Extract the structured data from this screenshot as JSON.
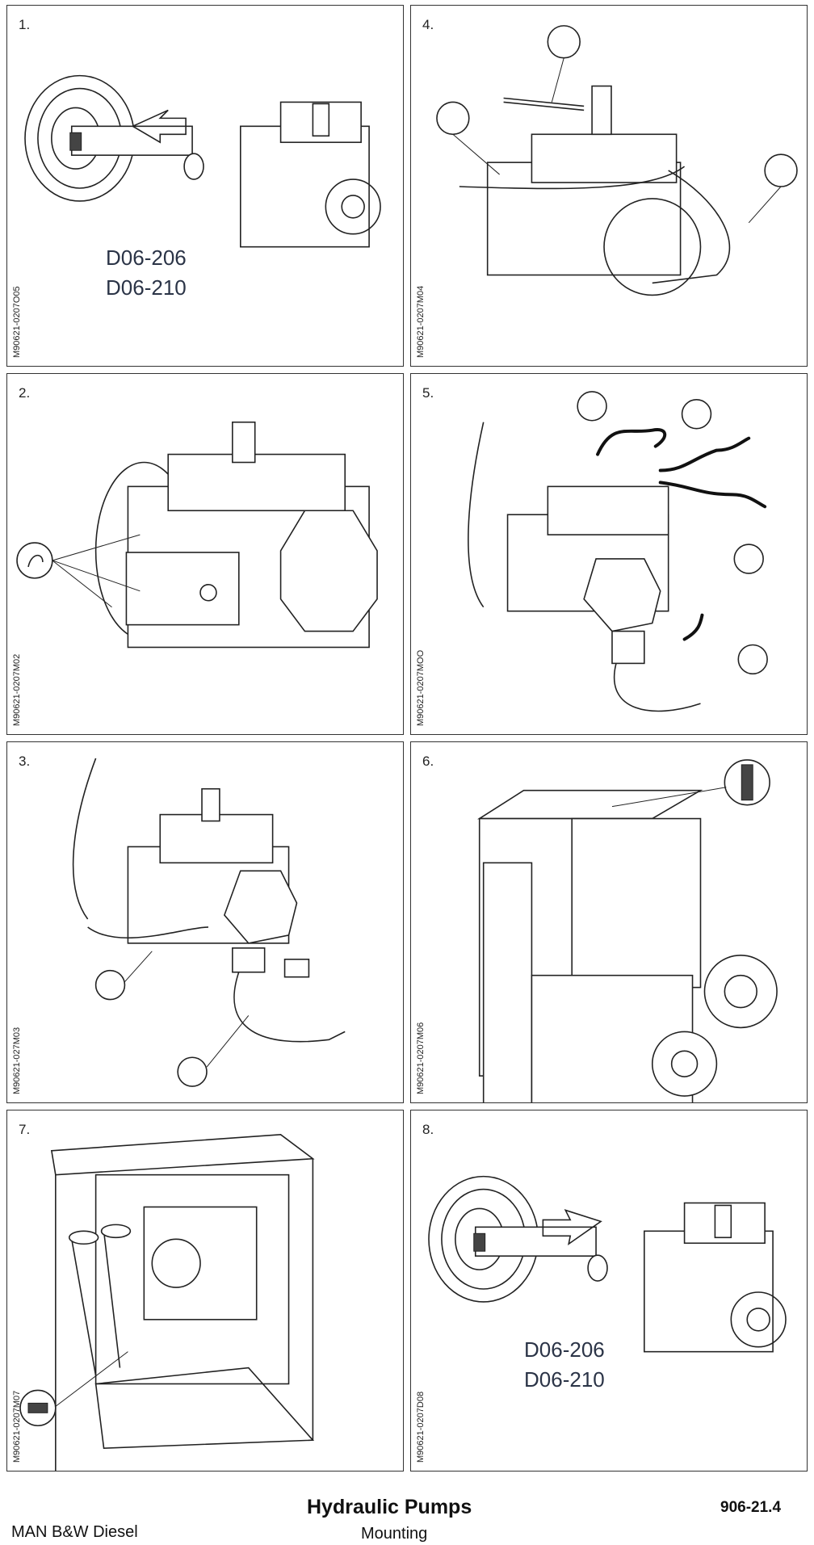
{
  "steps": [
    {
      "number": "1.",
      "ref": "M90621-0207O05",
      "models": [
        "D06-206",
        "D06-210"
      ]
    },
    {
      "number": "4.",
      "ref": "M90621-0207M04"
    },
    {
      "number": "2.",
      "ref": "M90621-0207M02"
    },
    {
      "number": "5.",
      "ref": "M90621-0207MOO"
    },
    {
      "number": "3.",
      "ref": "M90621-027M03"
    },
    {
      "number": "6.",
      "ref": "M90621-0207M06"
    },
    {
      "number": "7.",
      "ref": "M90621-0207M07"
    },
    {
      "number": "8.",
      "ref": "M90621-0207D08",
      "models": [
        "D06-206",
        "D06-210"
      ]
    }
  ],
  "footer": {
    "title": "Hydraulic Pumps",
    "code": "906-21.4",
    "brand": "MAN B&W Diesel",
    "subtitle": "Mounting"
  }
}
